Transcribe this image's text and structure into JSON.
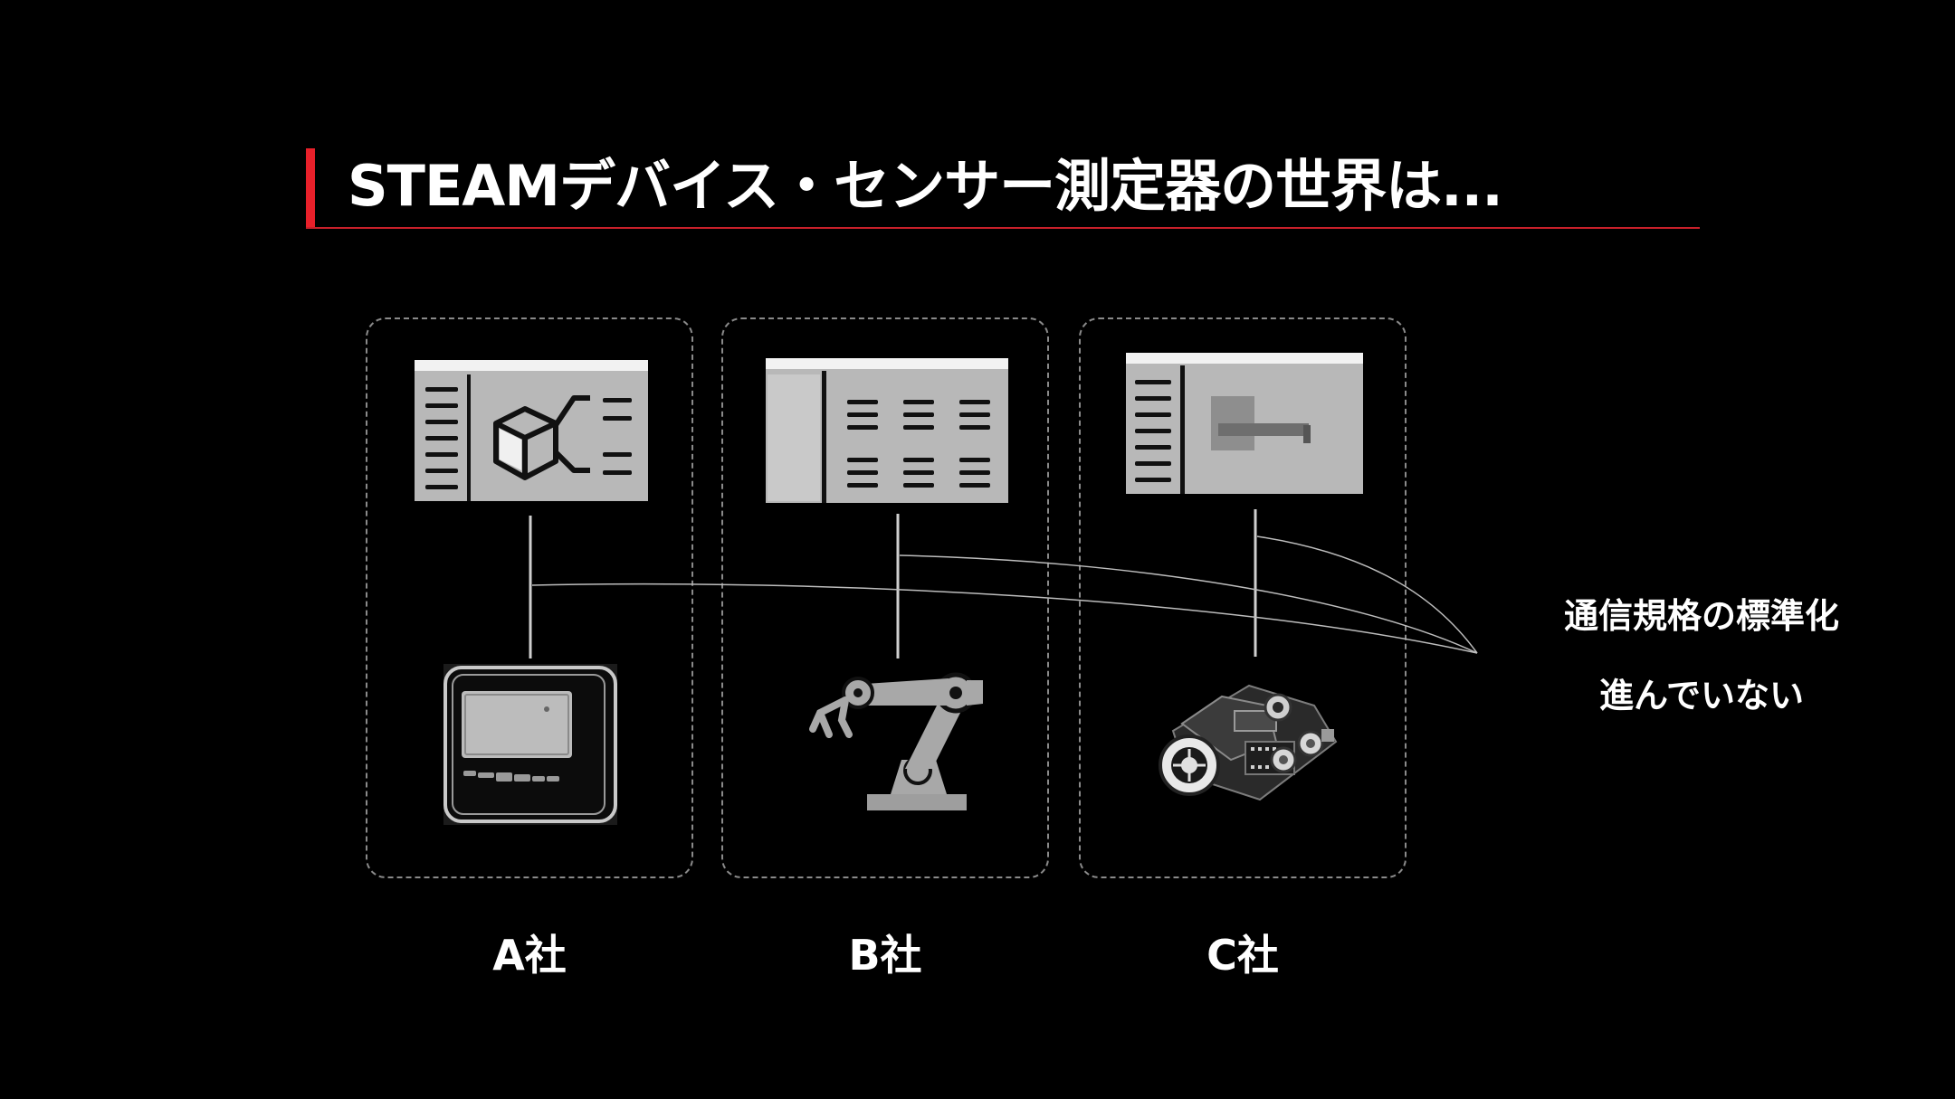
{
  "title": "STEAMデバイス・センサー測定器の世界は...",
  "companies": [
    {
      "label": "A社",
      "software": "software-window-cube-icon",
      "device": "handheld-meter-icon"
    },
    {
      "label": "B社",
      "software": "software-window-columns-icon",
      "device": "robot-arm-icon"
    },
    {
      "label": "C社",
      "software": "software-window-chart-icon",
      "device": "robot-car-icon"
    }
  ],
  "annotation": {
    "line1": "通信規格の標準化",
    "line2": "進んでいない"
  },
  "colors": {
    "accent": "#e8202a",
    "background": "#000000",
    "text": "#ffffff",
    "icon_gray": "#b8b8b8"
  }
}
